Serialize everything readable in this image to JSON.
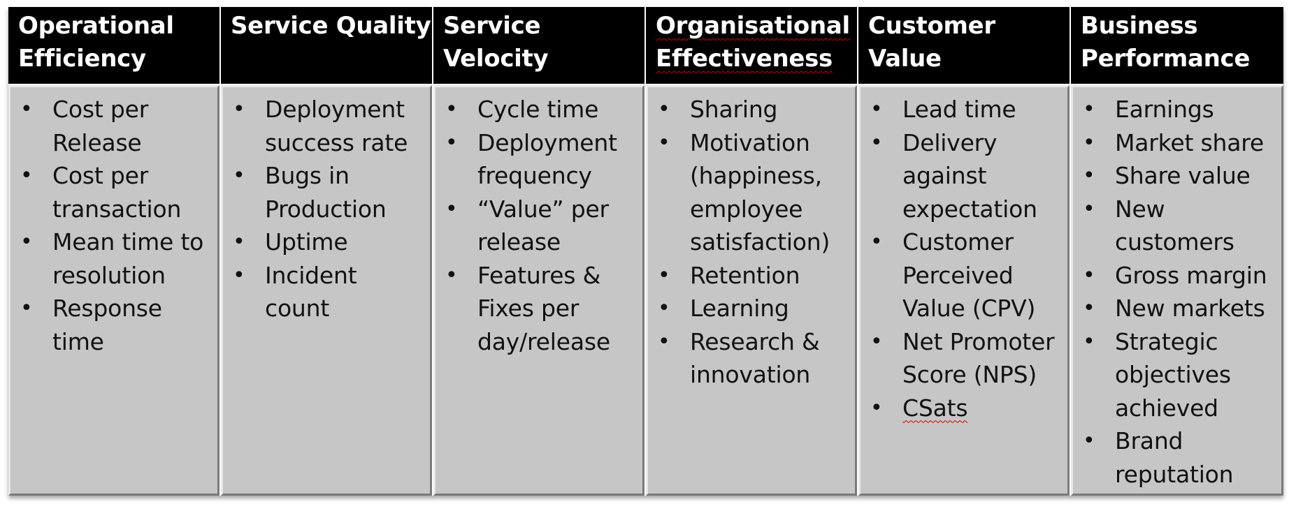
{
  "columns": [
    {
      "title": "Operational\nEfficiency",
      "items": [
        "Cost per\nRelease",
        "Cost per\ntransaction",
        "Mean time to\nresolution",
        "Response\ntime"
      ]
    },
    {
      "title": "Service Quality",
      "items": [
        "Deployment\nsuccess rate",
        "Bugs in\nProduction",
        "Uptime",
        "Incident\ncount"
      ]
    },
    {
      "title": "Service Velocity",
      "items": [
        "Cycle time",
        "Deployment\nfrequency",
        "“Value” per\nrelease",
        "Features &\nFixes per\nday/release"
      ]
    },
    {
      "title": "Organisational\nEffectiveness",
      "items": [
        "Sharing",
        "Motivation\n(happiness,\nemployee\nsatisfaction)",
        "Retention",
        "Learning",
        "Research &\ninnovation"
      ]
    },
    {
      "title": "Customer Value",
      "items": [
        "Lead time",
        "Delivery\nagainst\nexpectation",
        "Customer\nPerceived\nValue (CPV)",
        "Net Promoter\nScore (NPS)",
        "CSats"
      ]
    },
    {
      "title": "Business\nPerformance",
      "items": [
        "Earnings",
        "Market share",
        "Share value",
        "New\ncustomers",
        "Gross margin",
        "New markets",
        "Strategic\nobjectives\nachieved",
        "Brand\nreputation"
      ]
    }
  ]
}
